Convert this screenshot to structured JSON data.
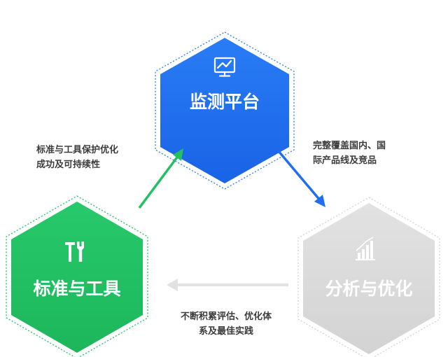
{
  "nodes": {
    "monitoring": {
      "title": "监测平台",
      "icon": "monitor-chart-icon",
      "color": "#1f6ff0"
    },
    "analysis": {
      "title": "分析与优化",
      "icon": "bar-chart-icon",
      "color": "#dcdcdc"
    },
    "standards": {
      "title": "标准与工具",
      "icon": "tools-icon",
      "color": "#22c063"
    }
  },
  "captions": {
    "coverage": [
      "完整覆盖国内、国",
      "际产品线及竞品"
    ],
    "accumulate": [
      "不断积累评估、优化体",
      "系及最佳实践"
    ],
    "protect": [
      "标准与工具保护优化",
      "成功及可持续性"
    ]
  },
  "arrows": {
    "to_analysis": "#1f6ff0",
    "to_standards": "#e2e2e2",
    "to_monitoring": "#22c063"
  }
}
